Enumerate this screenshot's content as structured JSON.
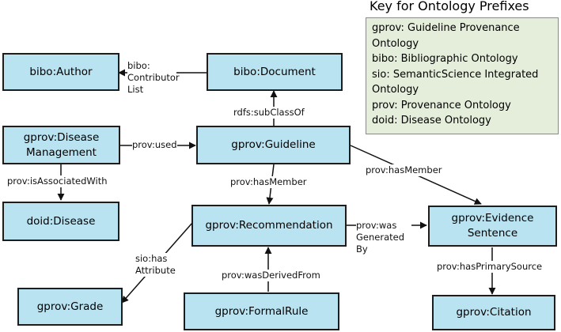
{
  "nodes": {
    "author": "bibo:Author",
    "document": "bibo:Document",
    "disease_management": [
      "gprov:Disease",
      "Management"
    ],
    "guideline": "gprov:Guideline",
    "disease": "doid:Disease",
    "recommendation": "gprov:Recommendation",
    "evidence_sentence": [
      "gprov:Evidence",
      "Sentence"
    ],
    "grade": "gprov:Grade",
    "formal_rule": "gprov:FormalRule",
    "citation": "gprov:Citation"
  },
  "edges": {
    "contributor_list": [
      "bibo:",
      "Contributor",
      "List"
    ],
    "subclass_of": "rdfs:subClassOf",
    "used": "prov:used",
    "is_associated_with": "prov:isAssociatedWith",
    "has_member_recommendation": "prov:hasMember",
    "has_member_evidence": "prov:hasMember",
    "was_generated_by": [
      "prov:was",
      "Generated",
      "By"
    ],
    "has_attribute": [
      "sio:has",
      "Attribute"
    ],
    "was_derived_from": "prov:wasDerivedFrom",
    "has_primary_source": "prov:hasPrimarySource"
  },
  "key": {
    "title": "Key for Ontology Prefixes",
    "lines": [
      "gprov: Guideline Provenance",
      "Ontology",
      "bibo: Bibliographic Ontology",
      "sio: SemanticScience Integrated",
      "Ontology",
      "prov: Provenance Ontology",
      "doid: Disease Ontology"
    ]
  },
  "colors": {
    "node_fill": "#b9e3f1",
    "node_border": "#1d1d1d",
    "key_fill": "#e5eedb",
    "edge": "#111111"
  }
}
